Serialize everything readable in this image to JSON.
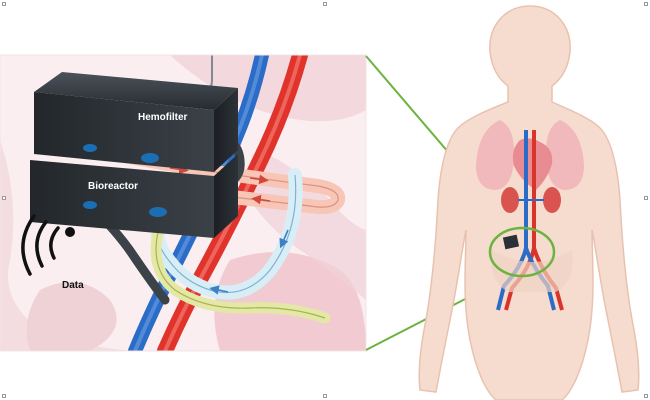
{
  "device": {
    "hemofilter_label": "Hemofilter",
    "bioreactor_label": "Bioreactor"
  },
  "signal": {
    "label": "Data"
  },
  "colors": {
    "artery": "#e0332b",
    "vein": "#2a6cc7",
    "connector": "#6cb33f",
    "device_body": "#2b3036",
    "tube_blood": "#f7c6b6",
    "tube_filtrate": "#d8eef7",
    "tube_yellow": "#e3e8a6",
    "body_silhouette": "#f5dccf",
    "background_tissue": "#f6e3e6"
  }
}
